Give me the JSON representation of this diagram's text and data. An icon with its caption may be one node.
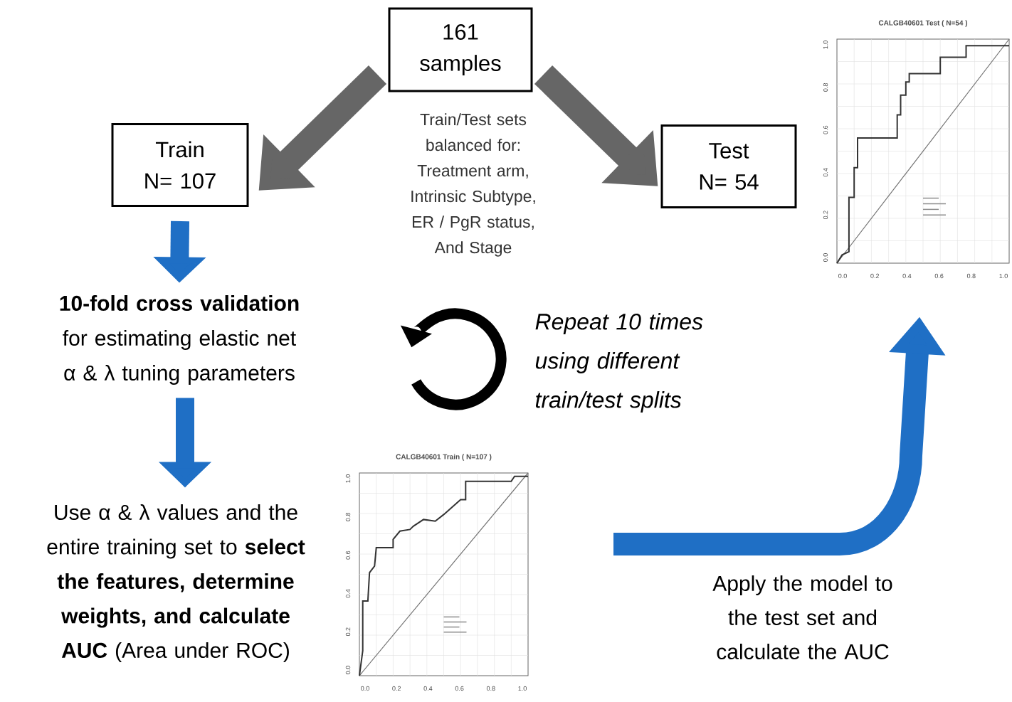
{
  "diagram": {
    "nodes": [
      {
        "text": [
          "161 samples"
        ],
        "beside": [
          "Train/Test sets balanced for: Treatment arm, Intrinsic Subtype, ER / PgR status, And Stage"
        ]
      },
      {
        "text": [
          "Train N= 107"
        ]
      },
      {
        "text": [
          "Test N= 54"
        ]
      },
      {
        "text": [
          "**10-fold cross validation** for estimating elastic net α & λ tuning parameters"
        ]
      },
      {
        "text": [
          "Use α & λ values and the entire training set to **select the features, determine weights, and calculate AUC** (Area under ROC)"
        ]
      },
      {
        "text": [],
        "shape": "picture",
        "beside": [
          "CALGB40601 Train ( N=107 )"
        ]
      },
      {
        "text": [],
        "shape": "picture",
        "beside": [
          "CALGB40601 Test ( N=54 )"
        ]
      }
    ],
    "edges": [
      {
        "from": 0,
        "to": 1,
        "arrow": "to",
        "color": "#666666"
      },
      {
        "from": 0,
        "to": 2,
        "arrow": "to",
        "color": "#666666"
      },
      {
        "from": 1,
        "to": 3,
        "arrow": "to"
      },
      {
        "from": 3,
        "to": 4,
        "arrow": "to"
      },
      {
        "from": null,
        "to": 6,
        "arrow": "to",
        "label": "Apply the model to the test set and calculate the AUC"
      }
    ],
    "labels": [
      "Repeat 10 times using different train/test splits",
      "0.0",
      "0.2",
      "0.4",
      "0.6",
      "0.8",
      "1.0",
      "0.0",
      "0.2",
      "0.4",
      "0.6",
      "0.8",
      "1.0",
      "0.0",
      "0.2",
      "0.4",
      "0.6",
      "0.8",
      "1.0",
      "0.0",
      "0.2",
      "0.4",
      "0.6",
      "0.8",
      "1.0"
    ]
  }
}
